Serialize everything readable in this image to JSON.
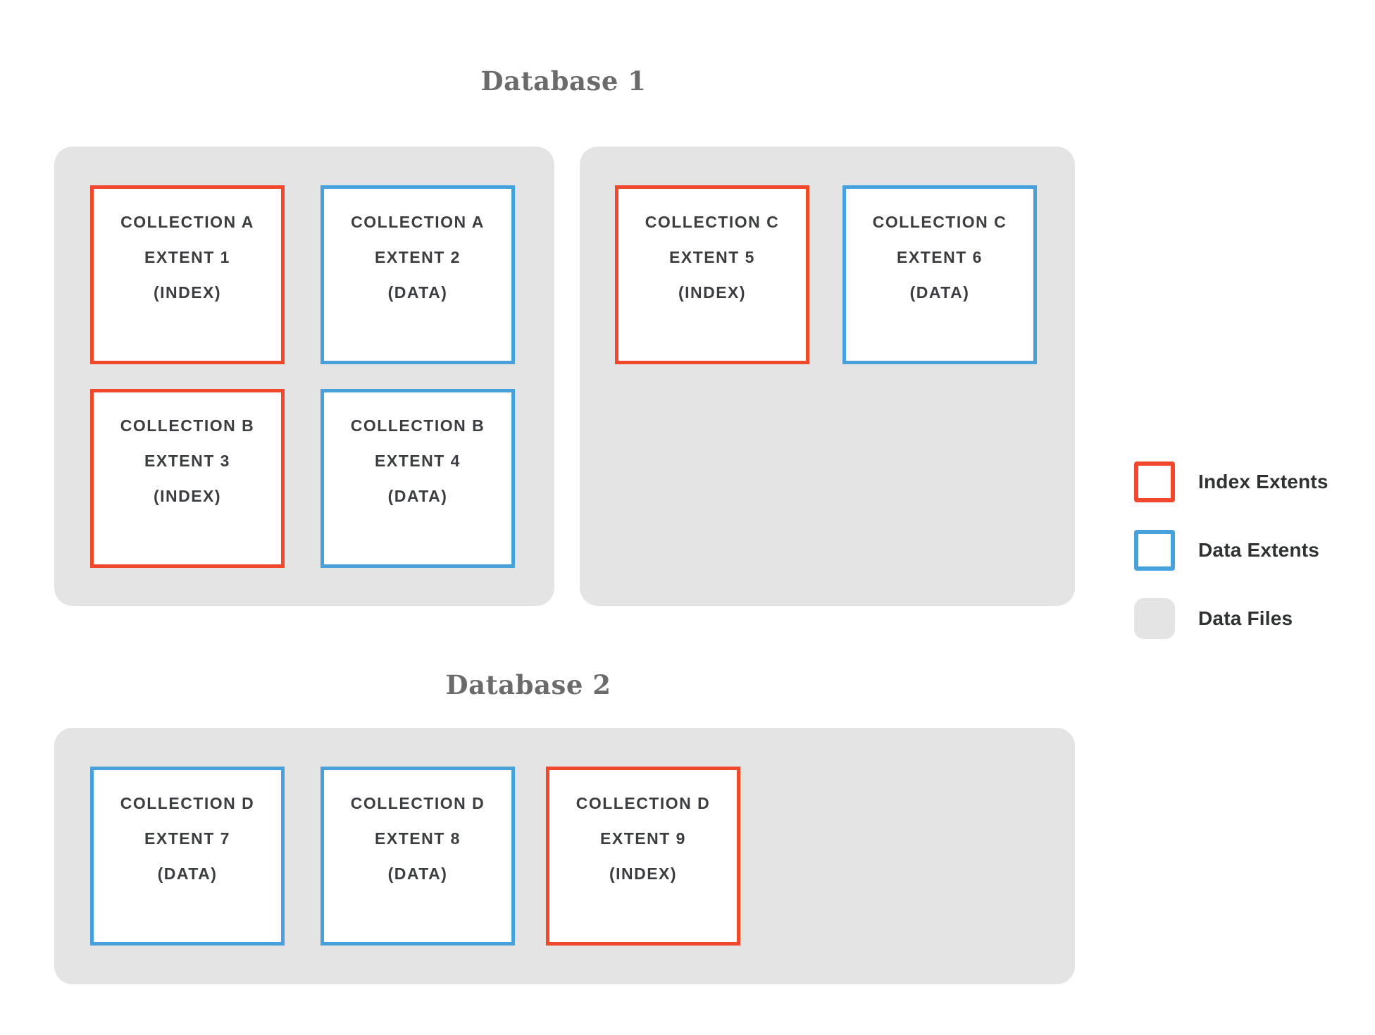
{
  "colors": {
    "index_extent_border": "#f1472d",
    "data_extent_border": "#48a1db",
    "data_file_fill": "#e4e4e4",
    "title_text": "#6b6b6b",
    "extent_text": "#3b3d40",
    "legend_text": "#2f3133"
  },
  "databases": [
    {
      "title": "Database 1",
      "files": [
        {
          "extents": [
            {
              "collection": "COLLECTION A",
              "extent": "EXTENT 1",
              "kind": "(INDEX)",
              "type": "index"
            },
            {
              "collection": "COLLECTION A",
              "extent": "EXTENT 2",
              "kind": "(DATA)",
              "type": "data"
            },
            {
              "collection": "COLLECTION B",
              "extent": "EXTENT 3",
              "kind": "(INDEX)",
              "type": "index"
            },
            {
              "collection": "COLLECTION B",
              "extent": "EXTENT 4",
              "kind": "(DATA)",
              "type": "data"
            }
          ]
        },
        {
          "extents": [
            {
              "collection": "COLLECTION C",
              "extent": "EXTENT 5",
              "kind": "(INDEX)",
              "type": "index"
            },
            {
              "collection": "COLLECTION C",
              "extent": "EXTENT 6",
              "kind": "(DATA)",
              "type": "data"
            }
          ]
        }
      ]
    },
    {
      "title": "Database 2",
      "files": [
        {
          "extents": [
            {
              "collection": "COLLECTION D",
              "extent": "EXTENT 7",
              "kind": "(DATA)",
              "type": "data"
            },
            {
              "collection": "COLLECTION D",
              "extent": "EXTENT 8",
              "kind": "(DATA)",
              "type": "data"
            },
            {
              "collection": "COLLECTION D",
              "extent": "EXTENT 9",
              "kind": "(INDEX)",
              "type": "index"
            }
          ]
        }
      ]
    }
  ],
  "legend": {
    "items": [
      {
        "label": "Index Extents",
        "swatch": "index-outline-swatch"
      },
      {
        "label": "Data Extents",
        "swatch": "data-outline-swatch"
      },
      {
        "label": "Data Files",
        "swatch": "file-fill-swatch"
      }
    ]
  }
}
